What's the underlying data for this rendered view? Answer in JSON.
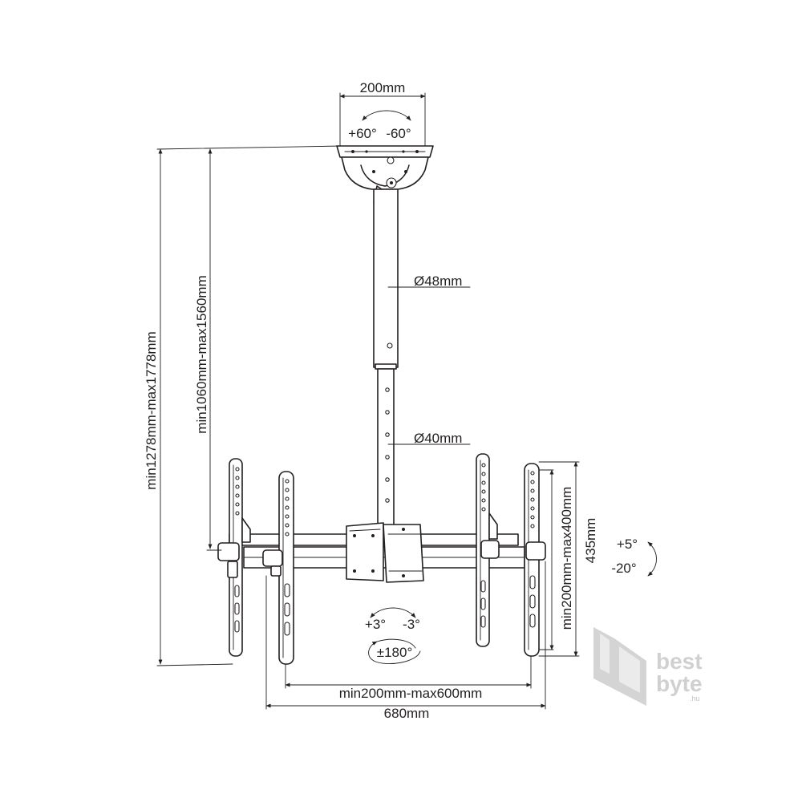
{
  "dimensions": {
    "top_plate_width": "200mm",
    "top_swivel_left": "+60°",
    "top_swivel_right": "-60°",
    "pole_upper_diameter": "Ø48mm",
    "pole_lower_diameter": "Ø40mm",
    "total_height": "min1278mm-max1778mm",
    "pole_height": "min1060mm-max1560mm",
    "bracket_height": "min200mm-max400mm",
    "arm_height": "435mm",
    "tilt_up": "+5°",
    "tilt_down": "-20°",
    "level_left": "+3°",
    "level_right": "-3°",
    "rotation": "±180°",
    "vesa_width": "min200mm-max600mm",
    "overall_width": "680mm"
  },
  "logo": {
    "line1": "best",
    "line2": "byte",
    "suffix": ".hu"
  },
  "colors": {
    "line": "#231f20",
    "logo": "#d0d0d0"
  }
}
